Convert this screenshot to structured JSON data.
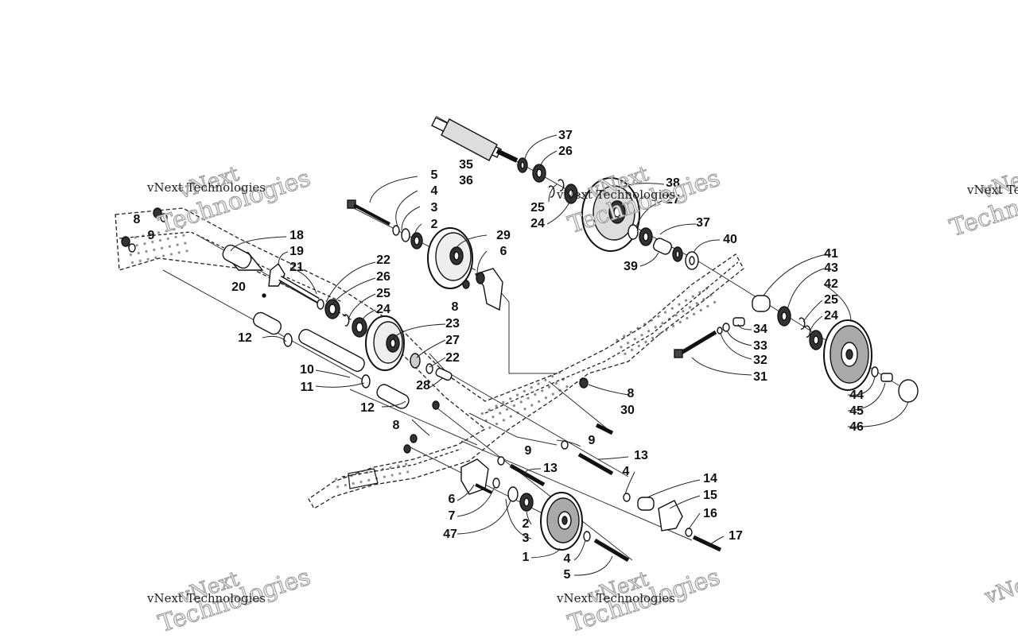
{
  "watermark": {
    "line1": "vNext",
    "line2": "vNext Technologies",
    "line3": "Technologies",
    "partial1": "vNext Te",
    "partial2": "Techno"
  },
  "callouts": [
    {
      "id": "c5a",
      "text": "5"
    },
    {
      "id": "c4a",
      "text": "4"
    },
    {
      "id": "c3a",
      "text": "3"
    },
    {
      "id": "c2a",
      "text": "2"
    },
    {
      "id": "c29",
      "text": "29"
    },
    {
      "id": "c6a",
      "text": "6"
    },
    {
      "id": "c8a",
      "text": "8"
    },
    {
      "id": "c37a",
      "text": "37"
    },
    {
      "id": "c26a",
      "text": "26"
    },
    {
      "id": "c35",
      "text": "35"
    },
    {
      "id": "c36",
      "text": "36"
    },
    {
      "id": "c25a",
      "text": "25"
    },
    {
      "id": "c24a",
      "text": "24"
    },
    {
      "id": "c38",
      "text": "38"
    },
    {
      "id": "c27a",
      "text": "27"
    },
    {
      "id": "c37b",
      "text": "37"
    },
    {
      "id": "c40",
      "text": "40"
    },
    {
      "id": "c39",
      "text": "39"
    },
    {
      "id": "c8b",
      "text": "8"
    },
    {
      "id": "c9a",
      "text": "9"
    },
    {
      "id": "c18",
      "text": "18"
    },
    {
      "id": "c19",
      "text": "19"
    },
    {
      "id": "c21",
      "text": "21"
    },
    {
      "id": "c20",
      "text": "20"
    },
    {
      "id": "c22a",
      "text": "22"
    },
    {
      "id": "c26b",
      "text": "26"
    },
    {
      "id": "c25b",
      "text": "25"
    },
    {
      "id": "c24b",
      "text": "24"
    },
    {
      "id": "c23",
      "text": "23"
    },
    {
      "id": "c27b",
      "text": "27"
    },
    {
      "id": "c22b",
      "text": "22"
    },
    {
      "id": "c12a",
      "text": "12"
    },
    {
      "id": "c10",
      "text": "10"
    },
    {
      "id": "c11",
      "text": "11"
    },
    {
      "id": "c28",
      "text": "28"
    },
    {
      "id": "c12b",
      "text": "12"
    },
    {
      "id": "c41",
      "text": "41"
    },
    {
      "id": "c43",
      "text": "43"
    },
    {
      "id": "c42",
      "text": "42"
    },
    {
      "id": "c25c",
      "text": "25"
    },
    {
      "id": "c24c",
      "text": "24"
    },
    {
      "id": "c34",
      "text": "34"
    },
    {
      "id": "c33",
      "text": "33"
    },
    {
      "id": "c32",
      "text": "32"
    },
    {
      "id": "c31",
      "text": "31"
    },
    {
      "id": "c44",
      "text": "44"
    },
    {
      "id": "c45",
      "text": "45"
    },
    {
      "id": "c46",
      "text": "46"
    },
    {
      "id": "c8c",
      "text": "8"
    },
    {
      "id": "c30",
      "text": "30"
    },
    {
      "id": "c8d",
      "text": "8"
    },
    {
      "id": "c9b",
      "text": "9"
    },
    {
      "id": "c9c",
      "text": "9"
    },
    {
      "id": "c13a",
      "text": "13"
    },
    {
      "id": "c13b",
      "text": "13"
    },
    {
      "id": "c4b",
      "text": "4"
    },
    {
      "id": "c14",
      "text": "14"
    },
    {
      "id": "c15",
      "text": "15"
    },
    {
      "id": "c16",
      "text": "16"
    },
    {
      "id": "c17",
      "text": "17"
    },
    {
      "id": "c6b",
      "text": "6"
    },
    {
      "id": "c7",
      "text": "7"
    },
    {
      "id": "c47",
      "text": "47"
    },
    {
      "id": "c2b",
      "text": "2"
    },
    {
      "id": "c3b",
      "text": "3"
    },
    {
      "id": "c1",
      "text": "1"
    },
    {
      "id": "c4c",
      "text": "4"
    },
    {
      "id": "c5b",
      "text": "5"
    }
  ]
}
